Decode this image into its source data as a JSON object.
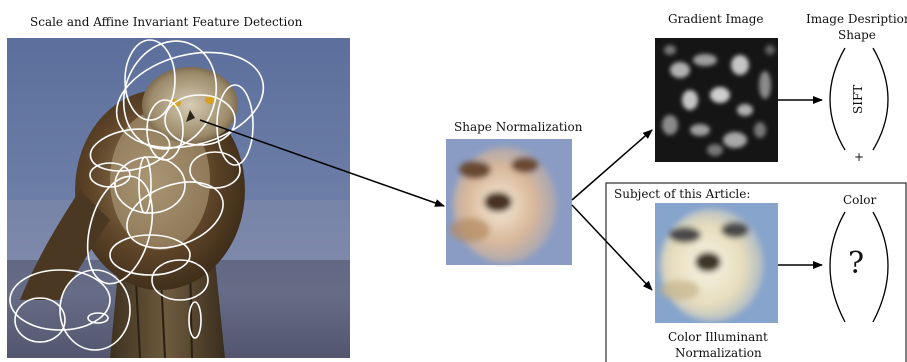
{
  "titles": {
    "main": "Scale and Affine Invariant Feature Detection",
    "shape_norm": "Shape Normalization",
    "gradient": "Gradient Image",
    "desc_line1": "Image Desription",
    "desc_line2": "Shape",
    "sift": "SIFT",
    "plus": "+",
    "subject": "Subject of this Article:",
    "color": "Color",
    "question": "?",
    "illum_line1": "Color Illuminant",
    "illum_line2": "Normalization"
  },
  "colors": {
    "sky": "#5a6d9a",
    "owl_body": "#6a5234",
    "owl_light": "#e8e0cc",
    "ellipse": "#ffffff",
    "arrow": "#000000"
  },
  "icons": {
    "owl_photo": "owl-photo",
    "gradient_map": "gradient-map"
  }
}
